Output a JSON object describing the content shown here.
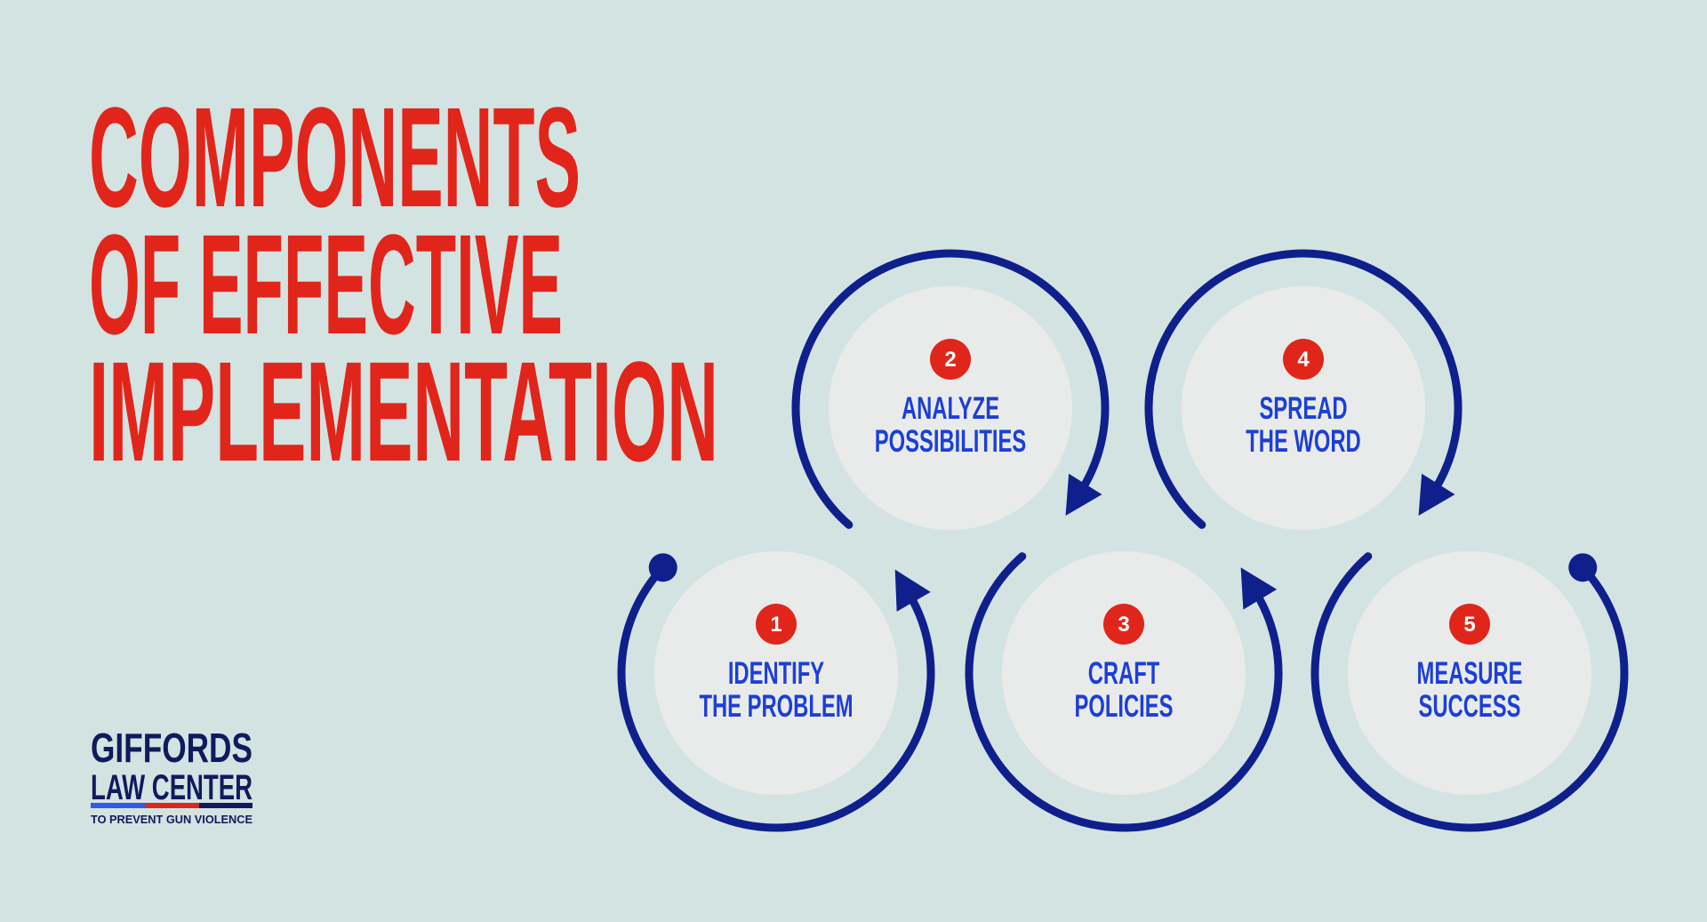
{
  "title": {
    "lines": [
      "COMPONENTS",
      "OF EFFECTIVE",
      "IMPLEMENTATION"
    ]
  },
  "steps": [
    {
      "number": "1",
      "line1": "IDENTIFY",
      "line2": "THE PROBLEM"
    },
    {
      "number": "2",
      "line1": "ANALYZE",
      "line2": "POSSIBILITIES"
    },
    {
      "number": "3",
      "line1": "CRAFT",
      "line2": "POLICIES"
    },
    {
      "number": "4",
      "line1": "SPREAD",
      "line2": "THE WORD"
    },
    {
      "number": "5",
      "line1": "MEASURE",
      "line2": "SUCCESS"
    }
  ],
  "logo": {
    "line1": "GIFFORDS",
    "line2": "LAW CENTER",
    "tagline": "TO PREVENT GUN VIOLENCE"
  },
  "colors": {
    "background": "#d3e3e1",
    "title_red": "#e1251b",
    "arc_navy": "#0f1f8c",
    "label_blue": "#1d3fd6",
    "badge_red": "#e0261b",
    "inner_circle": "#e9ebea"
  }
}
